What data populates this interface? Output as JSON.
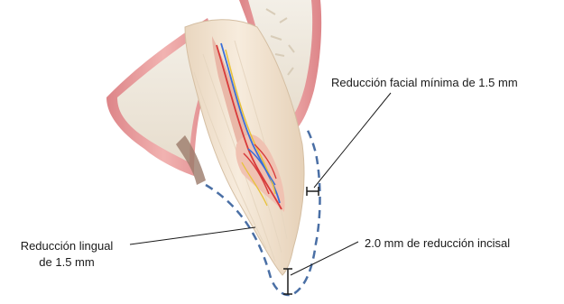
{
  "labels": {
    "facial_reduction": "Reducción facial mínima de 1.5 mm",
    "incisal_reduction": "2.0 mm de reducción incisal",
    "lingual_reduction_line1": "Reducción lingual",
    "lingual_reduction_line2": "de 1.5 mm"
  },
  "colors": {
    "preparation_outline": "#4a6fa5",
    "gingiva": "#e08a8c",
    "bone": "#ede7dc",
    "enamel": "#f1e3d0",
    "leader_line": "#1a1a1a"
  }
}
